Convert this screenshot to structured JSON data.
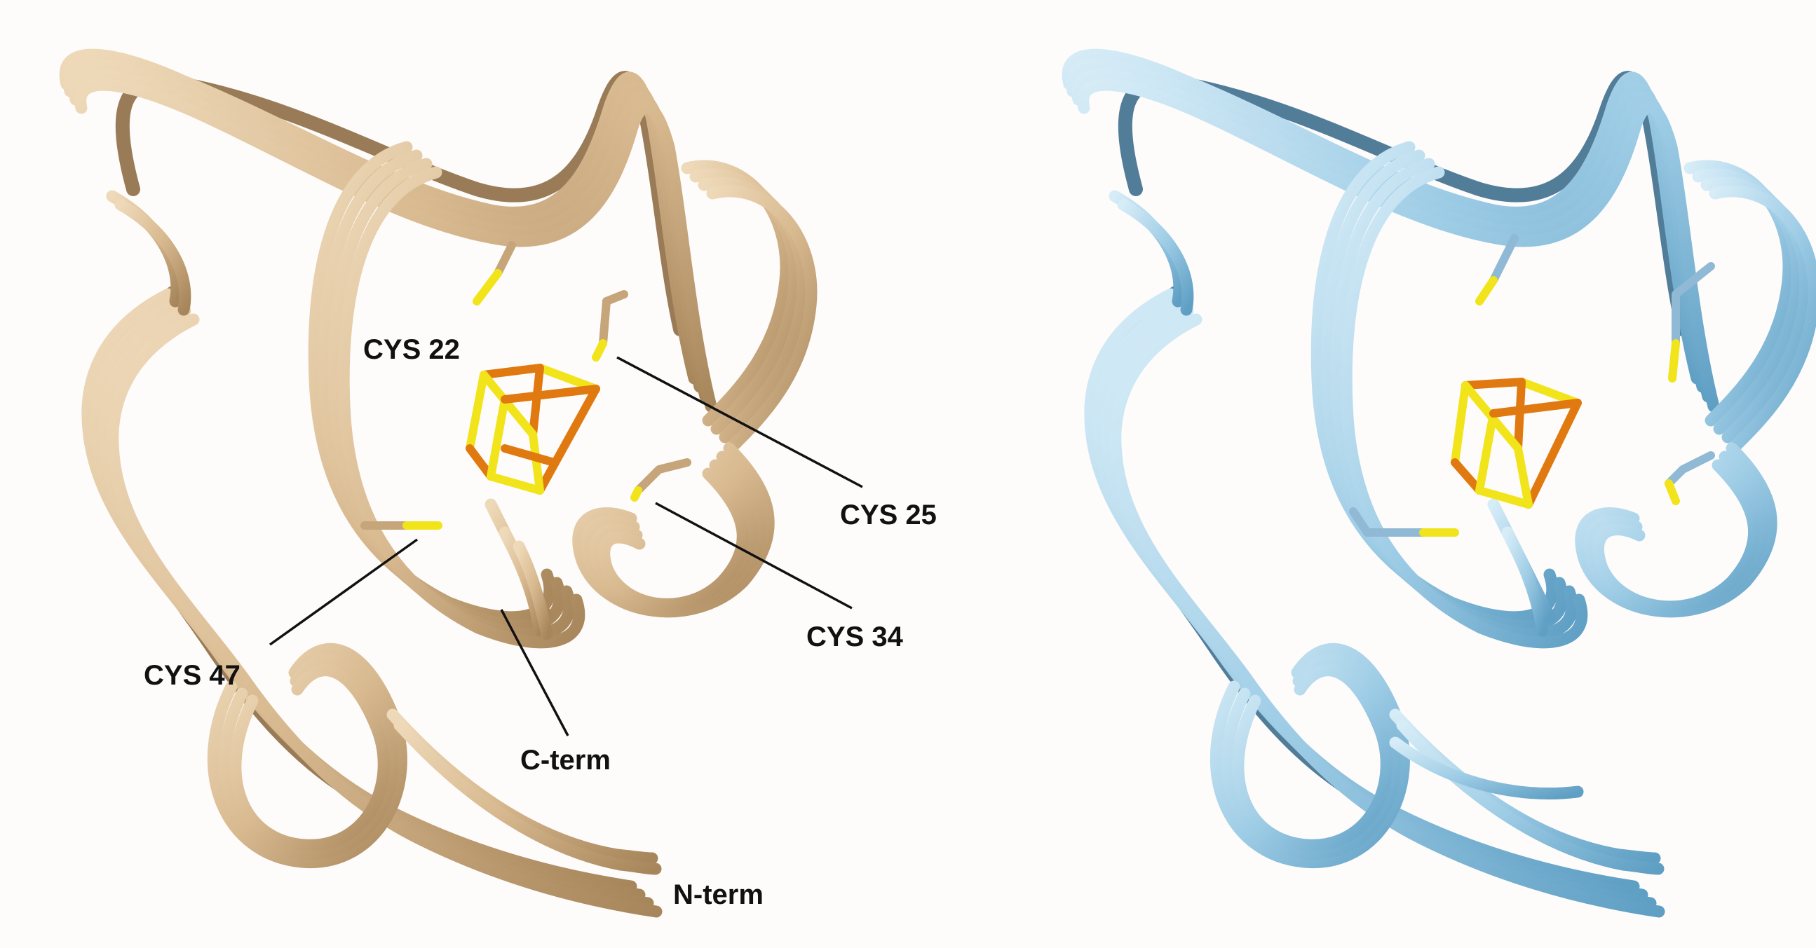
{
  "figure": {
    "left_panel": {
      "color": "#d8b98f",
      "labels": {
        "cys22": "CYS 22",
        "cys25": "CYS 25",
        "cys34": "CYS 34",
        "cys47": "CYS 47",
        "cterm": "C-term",
        "nterm": "N-term"
      }
    },
    "right_panel": {
      "color": "#a9d4ea"
    },
    "cluster_colors": {
      "sulfur": "#f2e41a",
      "iron": "#e07a10"
    }
  }
}
